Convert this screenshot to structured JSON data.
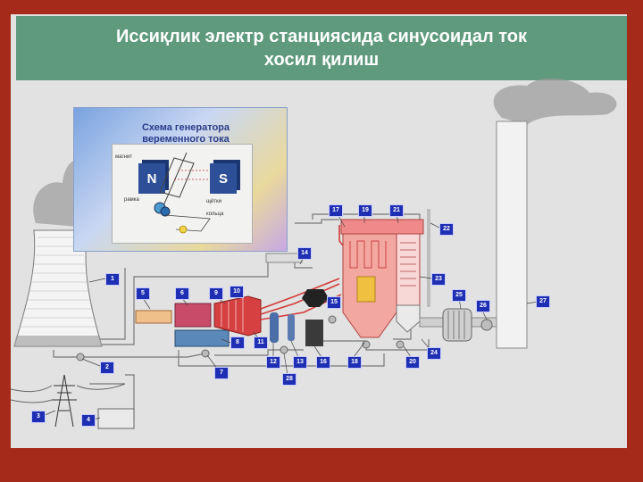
{
  "title": {
    "line1": "Иссиқлик электр станциясида синусоидал ток",
    "line2": "хосил қилиш"
  },
  "inset": {
    "title_line1": "Схема генератора",
    "title_line2": "веременного тока",
    "label_magnet": "магнит",
    "label_frame": "рамка",
    "label_brushes": "щётки",
    "label_rings": "кольца",
    "pole_n": "N",
    "pole_s": "S"
  },
  "callouts": [
    "1",
    "2",
    "3",
    "4",
    "5",
    "6",
    "7",
    "8",
    "9",
    "10",
    "11",
    "12",
    "13",
    "14",
    "15",
    "16",
    "17",
    "18",
    "19",
    "20",
    "21",
    "22",
    "23",
    "24",
    "25",
    "26",
    "27",
    "28"
  ],
  "colors": {
    "frame": "#a52a1a",
    "title_bar": "#5e9a7b",
    "badge": "#1e2fb3",
    "boiler": "#f2a7a0",
    "steam_pipe": "#d43a3a"
  }
}
